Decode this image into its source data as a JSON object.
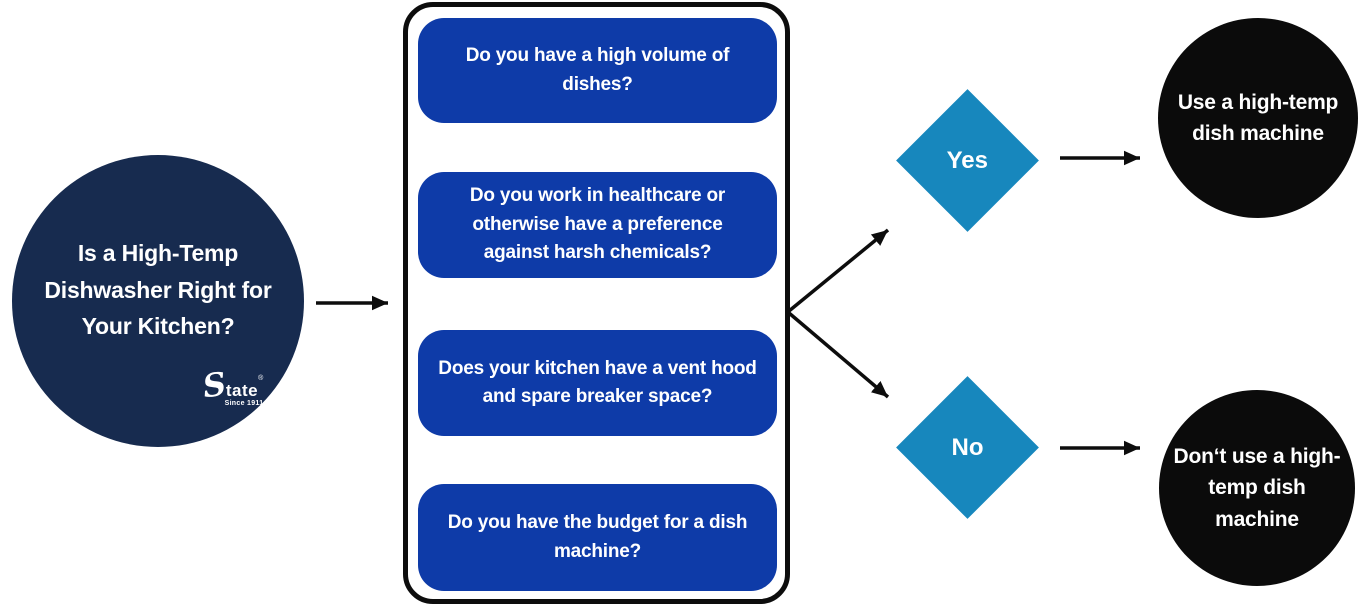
{
  "colors": {
    "background": "#ffffff",
    "navy": "#172b4f",
    "royal_blue": "#0e3ba8",
    "teal": "#1787bd",
    "node_black": "#0b0b0b",
    "arrow": "#0d0d0d",
    "white": "#ffffff"
  },
  "start": {
    "question": "Is a High-Temp Dishwasher Right for Your Kitchen?",
    "logo": {
      "initial": "S",
      "rest": "tate",
      "registered": "®",
      "tagline": "Since 1911"
    }
  },
  "checklist": {
    "questions": [
      {
        "label": "Do you have a high volume of dishes?"
      },
      {
        "label": "Do you work in healthcare or otherwise have a preference against harsh chemicals?"
      },
      {
        "label": "Does your kitchen have a vent hood and spare breaker space?"
      },
      {
        "label": "Do you have the budget for a dish machine?"
      }
    ]
  },
  "decisions": [
    {
      "label": "Yes"
    },
    {
      "label": "No"
    }
  ],
  "outcomes": [
    {
      "label": "Use a high-temp dish machine"
    },
    {
      "label": "Don‘t use a high-temp dish machine"
    }
  ]
}
